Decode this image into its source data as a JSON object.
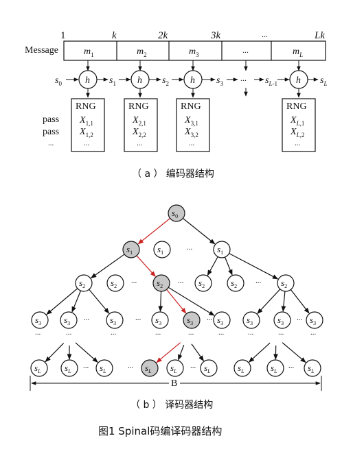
{
  "encoder": {
    "message_label": "Message",
    "scale_ticks": [
      "1",
      "k",
      "2k",
      "3k",
      "...",
      "Lk"
    ],
    "message_blocks": [
      "m1",
      "m2",
      "m3",
      "...",
      "mL"
    ],
    "hash_symbol": "h",
    "chain_states": [
      "s0",
      "s1",
      "s2",
      "s3",
      "...",
      "sL-1",
      "sL"
    ],
    "rng_label": "RNG",
    "pass_labels": [
      "pass",
      "pass",
      "..."
    ],
    "rng_columns": [
      {
        "x1": "X1,1",
        "x2": "X1,2",
        "more": "..."
      },
      {
        "x1": "X2,1",
        "x2": "X2,2",
        "more": "..."
      },
      {
        "x1": "X3,1",
        "x2": "X3,2",
        "more": "..."
      },
      {
        "x1": "XL,1",
        "x2": "XL,2",
        "more": "..."
      }
    ],
    "caption": "（ a ） 编码器结构"
  },
  "decoder": {
    "root": "s0",
    "level1": [
      "s1",
      "s1",
      "s1"
    ],
    "level2": [
      "s2",
      "s2",
      "s2",
      "s2",
      "s2",
      "s2"
    ],
    "level3": [
      "s3",
      "s3",
      "s3",
      "s3",
      "s3",
      "s3",
      "s3",
      "s3",
      "s3"
    ],
    "leaves": [
      "sL",
      "sL",
      "sL",
      "sL",
      "sL",
      "sL",
      "sL",
      "sL",
      "sL"
    ],
    "ellipsis": "...",
    "width_label": "B",
    "highlight_color": "#cc2222",
    "node_fill_highlight": "#c8c8c8",
    "caption": "（ b ） 译码器结构"
  },
  "figure_caption": "图1 Spinal码编译码器结构"
}
